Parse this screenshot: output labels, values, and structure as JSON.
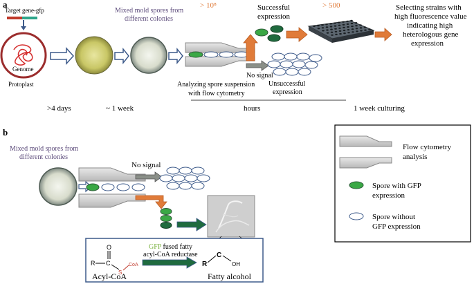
{
  "panel_a": {
    "label": "a",
    "target_gene": "Target gene-gfp",
    "genome": "Genome",
    "protoplast": "Protoplast",
    "mixed_spores_line1": "Mixed mold spores from",
    "mixed_spores_line2": "different colonies",
    "count_10e8": "> 10⁸",
    "count_500": "> 500",
    "successful_line1": "Successful",
    "successful_line2": "expression",
    "no_signal": "No signal",
    "unsuccessful_line1": "Unsuccessful",
    "unsuccessful_line2": "expression",
    "analyzing_line1": "Analyzing  spore suspension",
    "analyzing_line2": "with flow cytometry",
    "selecting_line1": "Selecting strains with",
    "selecting_line2": "high fluorescence value",
    "selecting_line3": "indicating high",
    "selecting_line4": "heterologous gene",
    "selecting_line5": "expression",
    "time_4days": ">4 days",
    "time_1week": "~ 1 week",
    "time_hours": "hours",
    "time_culturing": "1 week culturing"
  },
  "panel_b": {
    "label": "b",
    "mixed_spores_line1": "Mixed mold spores from",
    "mixed_spores_line2": "different colonies",
    "no_signal": "No signal",
    "gfp_word": "GFP",
    "enzyme_rest_line1": " fused fatty",
    "enzyme_line2": "acyl-CoA reductase",
    "acyl_coa": "Acyl-CoA",
    "fatty_alcohol": "Fatty alcohol",
    "chem_R1": "R",
    "chem_C1": "C",
    "chem_O1": "O",
    "chem_S": "S",
    "chem_CoA": "CoA",
    "chem_R2": "R",
    "chem_C2": "C",
    "chem_OH": "OH"
  },
  "legend": {
    "flow_line1": "Flow cytometry",
    "flow_line2": "analysis",
    "gfp_line1": "Spore with GFP",
    "gfp_line2": "expression",
    "nogfp_line1": "Spore without",
    "nogfp_line2": "GFP expression"
  },
  "colors": {
    "green_spore": "#3aa845",
    "dark_green_spore": "#1f6b3e",
    "orange_arrow": "#e07b39",
    "blue_outline": "#3d5a8a",
    "genome_ring": "#9b2c2c"
  }
}
